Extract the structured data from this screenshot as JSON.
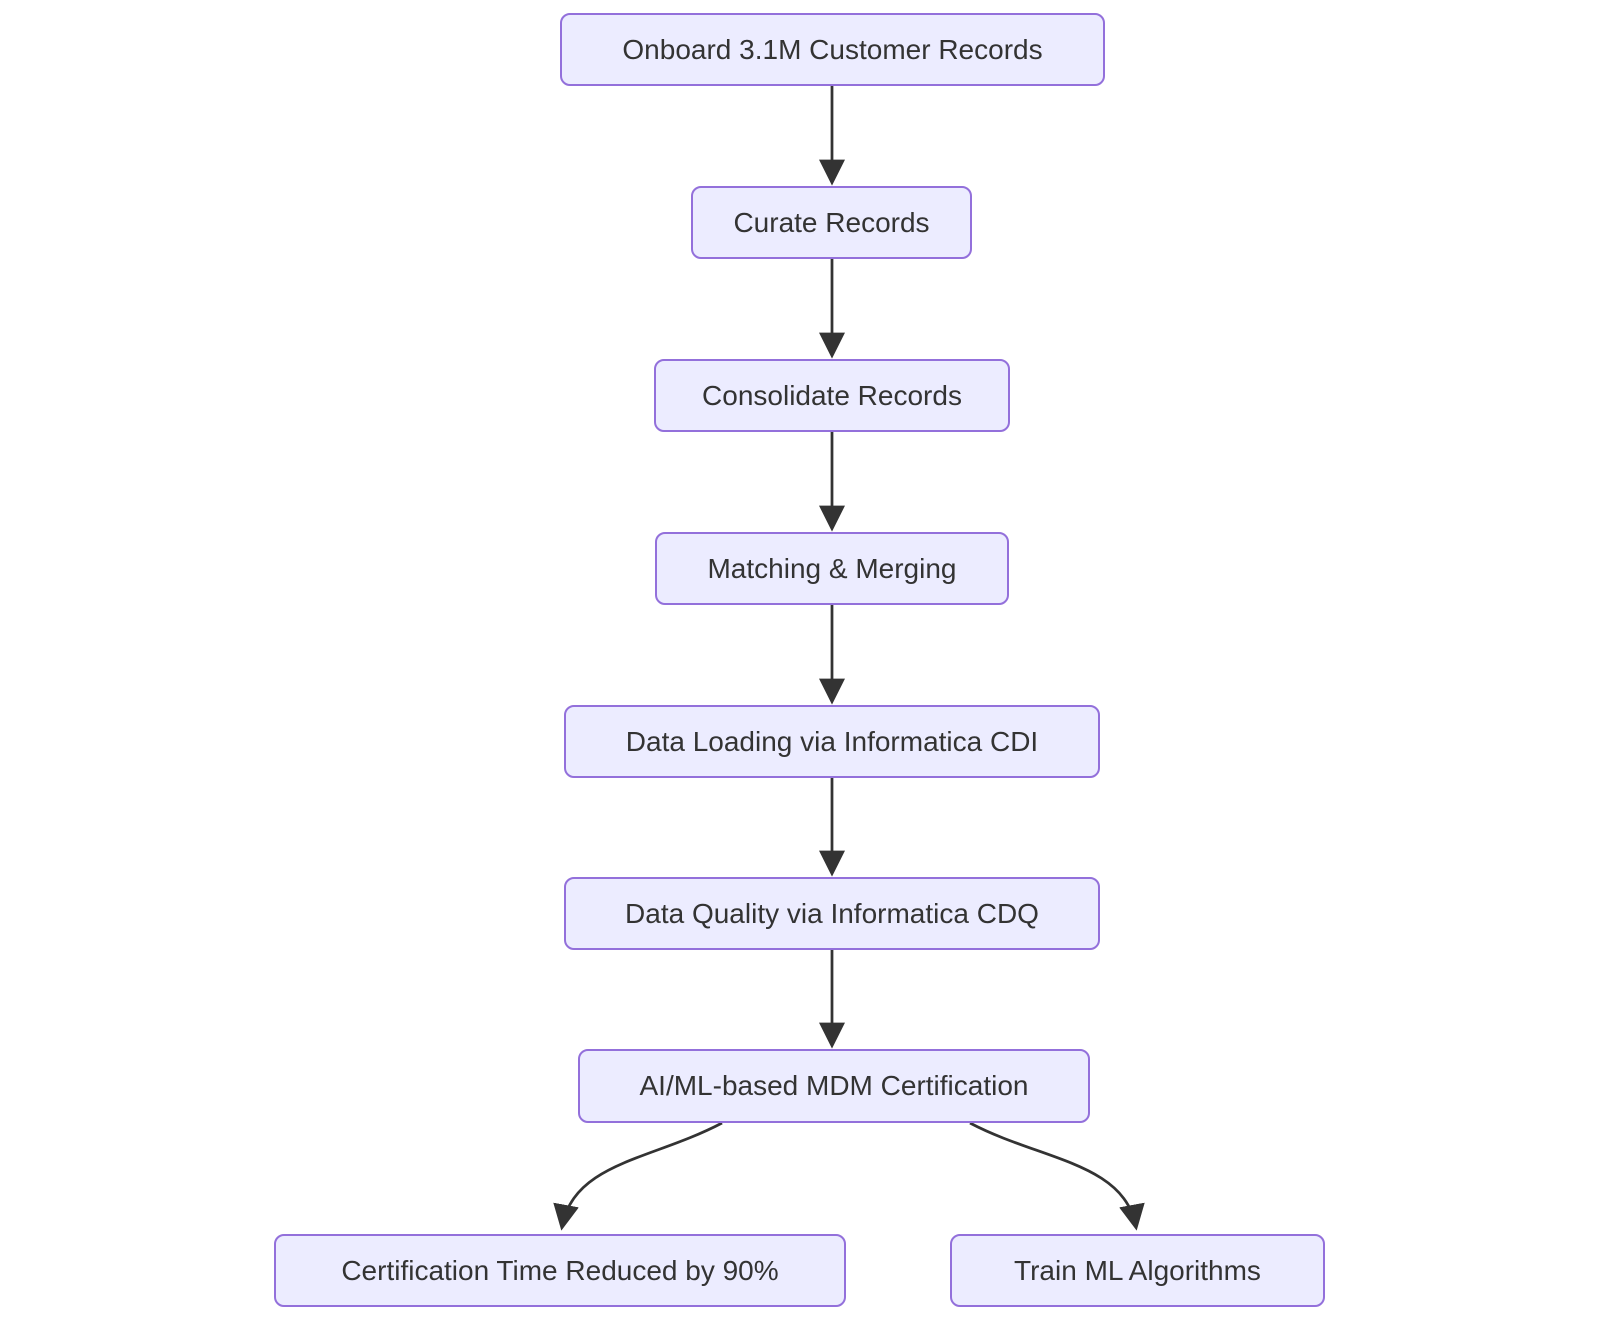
{
  "diagram": {
    "type": "flowchart",
    "direction": "top-down",
    "colors": {
      "background": "#ffffff",
      "node_fill": "#ECECFF",
      "node_border": "#9370DB",
      "text": "#333333",
      "arrow": "#333333"
    },
    "nodes": [
      {
        "id": "onboard",
        "label": "Onboard 3.1M Customer Records"
      },
      {
        "id": "curate",
        "label": "Curate Records"
      },
      {
        "id": "consolidate",
        "label": "Consolidate Records"
      },
      {
        "id": "matching_merging",
        "label": "Matching & Merging"
      },
      {
        "id": "data_loading_cdi",
        "label": "Data Loading via Informatica CDI"
      },
      {
        "id": "data_quality_cdq",
        "label": "Data Quality via Informatica CDQ"
      },
      {
        "id": "mdm_certification",
        "label": "AI/ML-based MDM Certification"
      },
      {
        "id": "certification_time",
        "label": "Certification Time Reduced by 90%"
      },
      {
        "id": "train_ml",
        "label": "Train ML Algorithms"
      }
    ],
    "edges": [
      {
        "from": "onboard",
        "to": "curate"
      },
      {
        "from": "curate",
        "to": "consolidate"
      },
      {
        "from": "consolidate",
        "to": "matching_merging"
      },
      {
        "from": "matching_merging",
        "to": "data_loading_cdi"
      },
      {
        "from": "data_loading_cdi",
        "to": "data_quality_cdq"
      },
      {
        "from": "data_quality_cdq",
        "to": "mdm_certification"
      },
      {
        "from": "mdm_certification",
        "to": "certification_time"
      },
      {
        "from": "mdm_certification",
        "to": "train_ml"
      }
    ]
  }
}
